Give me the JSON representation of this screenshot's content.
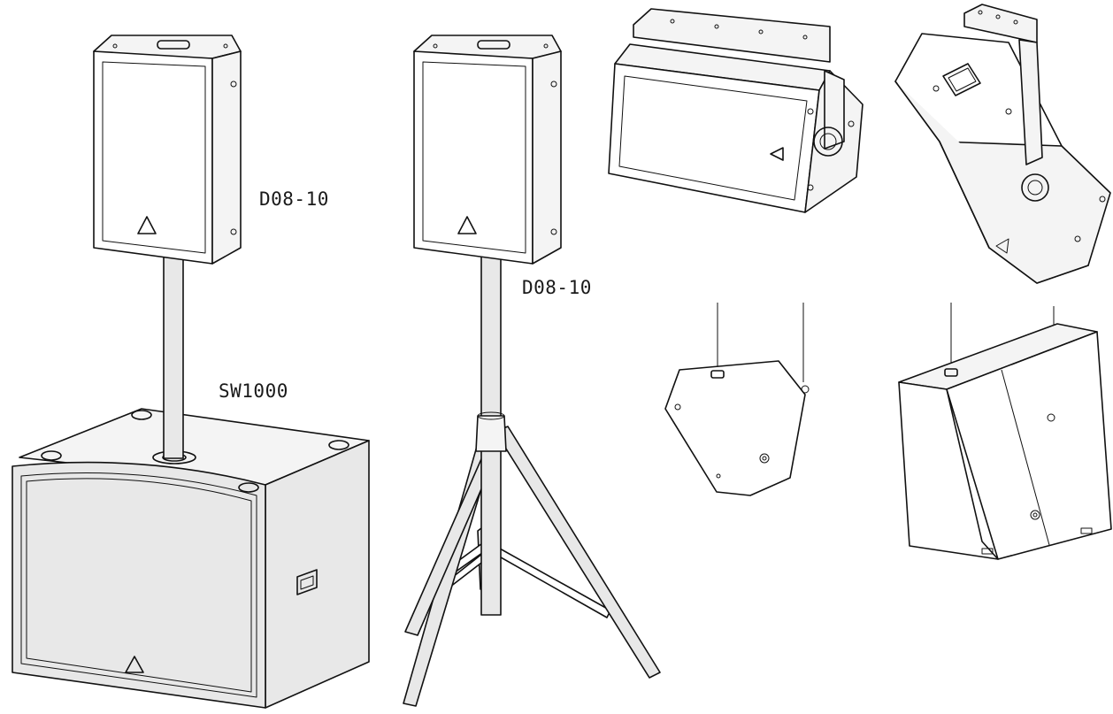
{
  "labels": {
    "speaker_left": "D08-10",
    "speaker_stand": "D08-10",
    "subwoofer": "SW1000"
  }
}
